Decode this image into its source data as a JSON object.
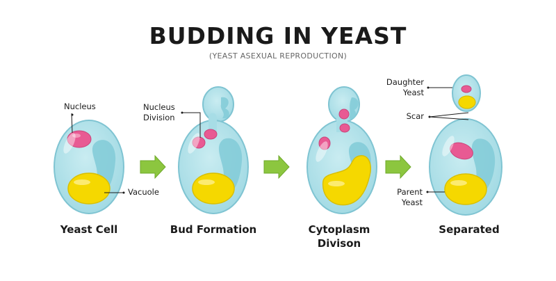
{
  "title": "BUDDING IN YEAST",
  "subtitle": "(YEAST ASEXUAL REPRODUCTION)",
  "stages": [
    {
      "label": "Yeast Cell"
    },
    {
      "label": "Bud Formation"
    },
    {
      "label_line1": "Cytoplasm",
      "label_line2": "Divison"
    },
    {
      "label": "Separated"
    }
  ],
  "callouts": {
    "nucleus": "Nucleus",
    "vacuole": "Vacuole",
    "nucleus_division_line1": "Nucleus",
    "nucleus_division_line2": "Division",
    "daughter_yeast_line1": "Daughter",
    "daughter_yeast_line2": "Yeast",
    "scar": "Scar",
    "parent_yeast_line1": "Parent",
    "parent_yeast_line2": "Yeast"
  },
  "colors": {
    "cell_fill": "#a7dde6",
    "cell_outline": "#7fc4d2",
    "cytoplasm": "#84ccd8",
    "nucleus": "#e85a93",
    "vacuole": "#f5d800",
    "arrow": "#8cc63f"
  }
}
